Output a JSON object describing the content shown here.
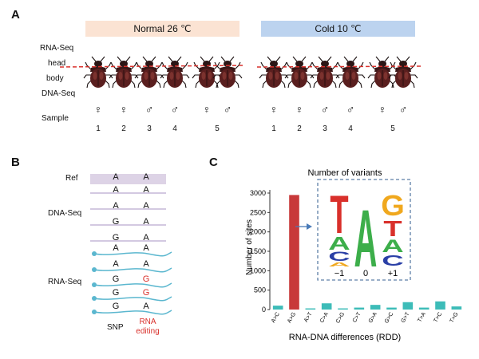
{
  "panelA": {
    "letter": "A",
    "conditions": [
      {
        "label": "Normal 26 ℃",
        "color": "#fbe3d3"
      },
      {
        "label": "Cold 10 ℃",
        "color": "#bcd3ef"
      }
    ],
    "labels": {
      "rnaseq": "RNA-Seq",
      "head": "head",
      "body": "body",
      "dnaseq": "DNA-Seq",
      "sample": "Sample"
    },
    "sexes": [
      "♀",
      "♀",
      "♂",
      "♂",
      "♀",
      "♂",
      "♀",
      "♀",
      "♂",
      "♂",
      "♀",
      "♂"
    ],
    "sample_numbers": [
      "1",
      "2",
      "3",
      "4",
      "5",
      "1",
      "2",
      "3",
      "4",
      "5"
    ],
    "cut_line_color": "#d9302b"
  },
  "panelB": {
    "letter": "B",
    "ref_label": "Ref",
    "dnaseq_label": "DNA-Seq",
    "rnaseq_label": "RNA-Seq",
    "snp_label": "SNP",
    "rna_editing_label": "RNA editing",
    "ref_pair": [
      "A",
      "A"
    ],
    "dna_rows": [
      [
        "A",
        "A"
      ],
      [
        "A",
        "A"
      ],
      [
        "G",
        "A"
      ],
      [
        "G",
        "A"
      ]
    ],
    "rna_rows": [
      [
        "A",
        "A"
      ],
      [
        "A",
        "A"
      ],
      [
        "G",
        "G"
      ],
      [
        "G",
        "G"
      ],
      [
        "G",
        "A"
      ]
    ],
    "edit_color": "#d9302b",
    "read_color": "#5bb7cf"
  },
  "panelC": {
    "letter": "C",
    "chart_data": {
      "type": "bar",
      "title": "Number of variants",
      "ylabel": "Number of sites",
      "xlabel": "RNA-DNA differences (RDD)",
      "ylim": [
        0,
        3000
      ],
      "yticks": [
        0,
        500,
        1000,
        1500,
        2000,
        2500,
        3000
      ],
      "categories": [
        "A>C",
        "A>G",
        "A>T",
        "C>A",
        "C>G",
        "C>T",
        "G>A",
        "G>C",
        "G>T",
        "T>A",
        "T>C",
        "T>G"
      ],
      "values": [
        100,
        2950,
        30,
        160,
        30,
        50,
        120,
        50,
        190,
        50,
        210,
        80
      ],
      "highlight": "A>G",
      "colors": {
        "highlight": "#c8393a",
        "other": "#3dbcb8"
      }
    },
    "logo": {
      "positions": [
        "−1",
        "0",
        "+1"
      ],
      "colors": {
        "T": "#d9302b",
        "A": "#3cae4a",
        "C": "#2a3fa6",
        "G": "#f0a81e"
      }
    }
  }
}
